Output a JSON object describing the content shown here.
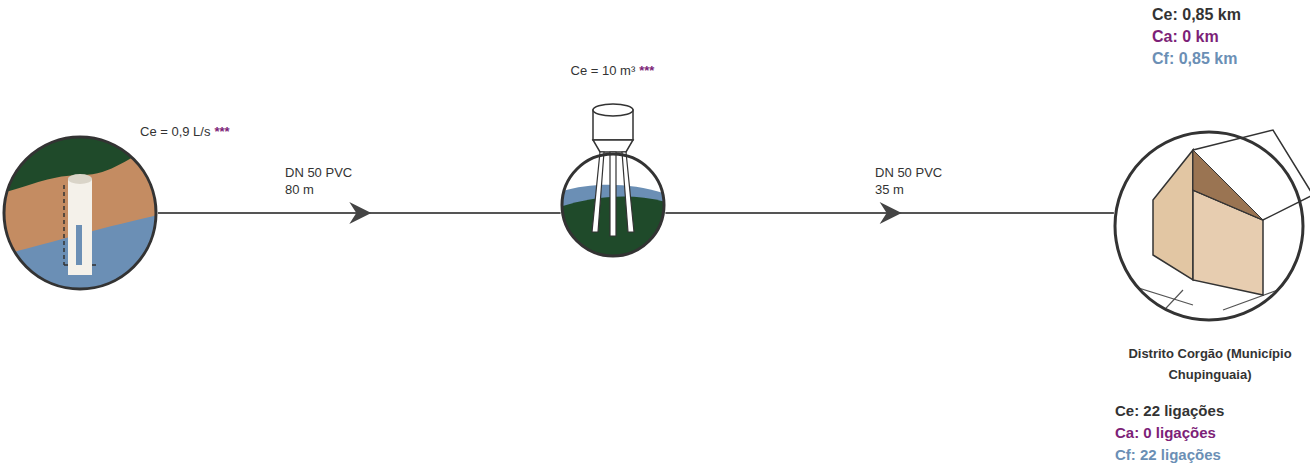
{
  "diagram": {
    "nodes": [
      {
        "text": [
          "Ce = 0,9 L/s",
          "***"
        ]
      },
      {
        "text": [
          "Ce = 10 m³",
          "***"
        ]
      },
      {
        "text": [
          "Ce: 0,85 km",
          "Ca: 0 km",
          "Cf: 0,85 km",
          "Distrito Corgão (Município Chupinguaia)",
          "Ce: 22 ligações",
          "Ca: 0 ligações",
          "Cf: 22 ligações"
        ]
      }
    ],
    "edges": [
      {
        "from": 0,
        "to": 1,
        "arrow": "to",
        "label": "DN 50 PVC 80 m"
      },
      {
        "from": 1,
        "to": 2,
        "arrow": "to",
        "label": "DN 50 PVC 35 m"
      }
    ]
  }
}
